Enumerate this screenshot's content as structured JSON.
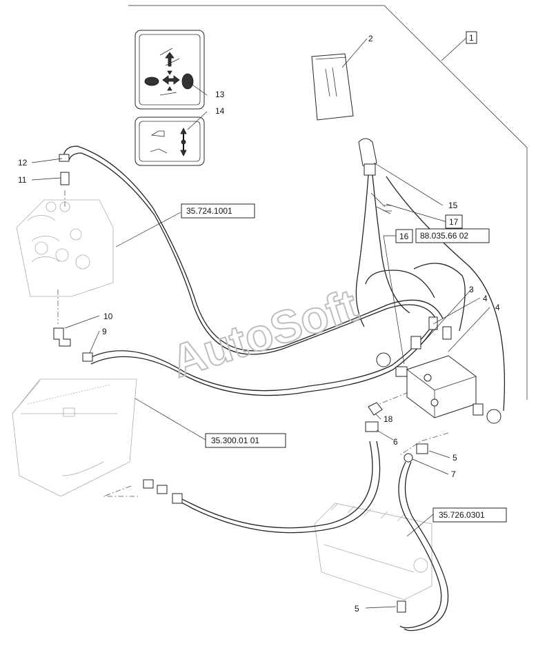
{
  "watermark": "AutoSoft",
  "callouts": {
    "c1": "1",
    "c2": "2",
    "c3": "3",
    "c4a": "4",
    "c4b": "4",
    "c5a": "5",
    "c5b": "5",
    "c6": "6",
    "c7": "7",
    "c9": "9",
    "c10": "10",
    "c11": "11",
    "c12": "12",
    "c13": "13",
    "c14": "14",
    "c15": "15",
    "c16": "16",
    "c17": "17",
    "c18": "18"
  },
  "references": {
    "ref1": "35.724.1001",
    "ref2": "35.300.01 01",
    "ref3": "35.726.0301",
    "ref4": "88.035.66 02"
  }
}
